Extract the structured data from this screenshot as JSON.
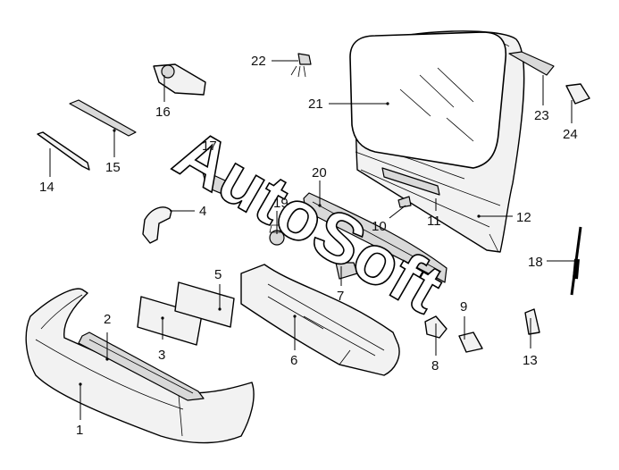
{
  "watermark": {
    "text": "AutoSoft"
  },
  "callouts": [
    "1",
    "2",
    "3",
    "4",
    "5",
    "6",
    "7",
    "8",
    "9",
    "10",
    "11",
    "12",
    "13",
    "14",
    "15",
    "16",
    "17",
    "18",
    "19",
    "20",
    "21",
    "22",
    "23",
    "24"
  ]
}
